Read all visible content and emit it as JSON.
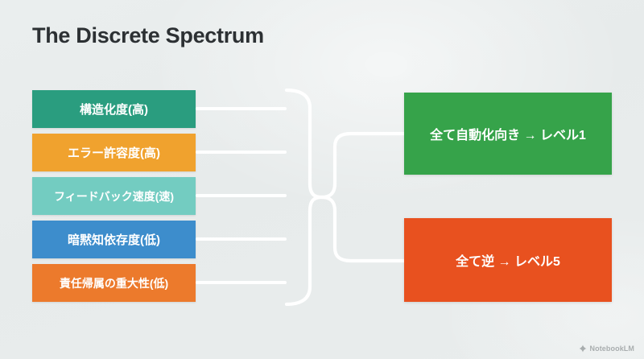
{
  "slide": {
    "title": "The Discrete Spectrum",
    "background_color": "#e8ecec",
    "title_color": "#2c3033",
    "connector_color": "#ffffff"
  },
  "factors": [
    {
      "label": "構造化度(高)",
      "color": "#2a9d7f",
      "font_size": "15px"
    },
    {
      "label": "エラー許容度(高)",
      "color": "#f0a22e",
      "font_size": "15px"
    },
    {
      "label": "フィードバック速度(速)",
      "color": "#73ccc1",
      "font_size": "14px"
    },
    {
      "label": "暗黙知依存度(低)",
      "color": "#3d8dcc",
      "font_size": "15px"
    },
    {
      "label": "責任帰属の重大性(低)",
      "color": "#ec7a2c",
      "font_size": "14px"
    }
  ],
  "outcomes": [
    {
      "label": "全て自動化向き → レベル1",
      "color": "#36a34a",
      "font_size": "16px"
    },
    {
      "label": "全て逆 → レベル5",
      "color": "#e8511f",
      "font_size": "16px"
    }
  ],
  "watermark": {
    "label": "NotebookLM",
    "icon": "notebooklm-icon"
  }
}
